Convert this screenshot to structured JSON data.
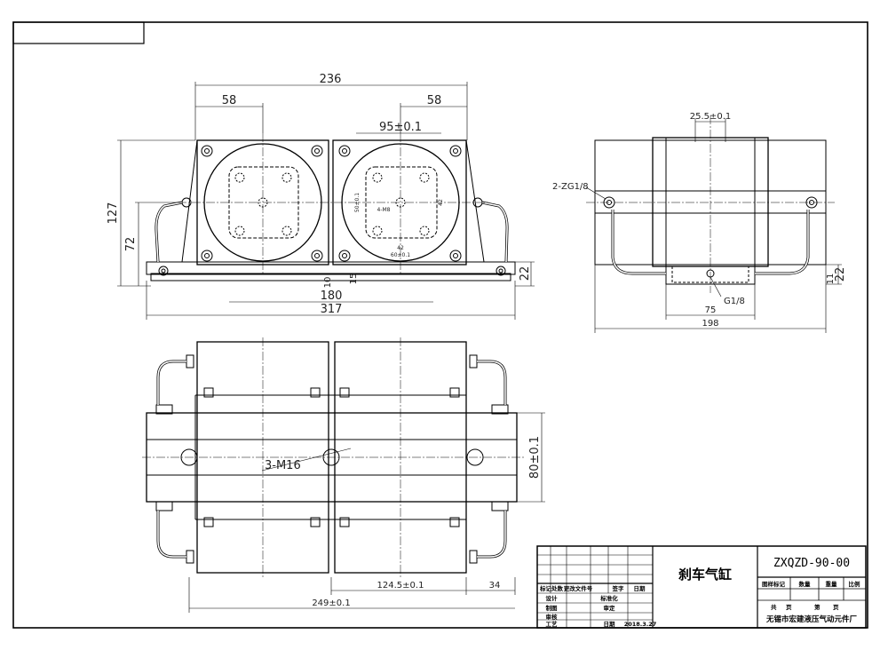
{
  "drawing": {
    "top_view_dims": {
      "overall_top": "236",
      "left_58": "58",
      "right_58": "58",
      "center_95": "95±0.1",
      "height_127": "127",
      "height_72": "72",
      "mount_180": "180",
      "base_317": "317",
      "base_22": "22",
      "small_10": "10",
      "small_15": "15",
      "inner_50": "50±0.1",
      "inner_60": "60±0.1",
      "inner_42": "42",
      "inner_42b": "42",
      "inner_label": "4-M8"
    },
    "side_view_dims": {
      "top_25": "25.5±0.1",
      "port": "2-ZG1/8",
      "port_bottom": "G1/8",
      "width_75": "75",
      "width_198": "198",
      "right_22": "22",
      "right_11": "11"
    },
    "bottom_view_dims": {
      "thread": "3-M16",
      "vert_80": "80±0.1",
      "len_124": "124.5±0.1",
      "len_34": "34",
      "len_249": "249±0.1"
    }
  },
  "title_block": {
    "part_name": "刹车气缸",
    "drawing_no": "ZXQZD-90-00",
    "company": "无锡市宏建液压气动元件厂",
    "row_headers": [
      "标记处数",
      "更改文件号",
      "签字",
      "日期"
    ],
    "left_labels": [
      "设计",
      "制图",
      "审核",
      "工艺"
    ],
    "mid_labels": [
      "标准化",
      "审定"
    ],
    "date_label": "日期",
    "date_value": "2018.3.27",
    "right_headers": [
      "图样标记",
      "数量",
      "重量",
      "比例"
    ],
    "sheet_total": "共",
    "sheet_page": "页",
    "sheet_no": "第",
    "sheet_page2": "页"
  }
}
